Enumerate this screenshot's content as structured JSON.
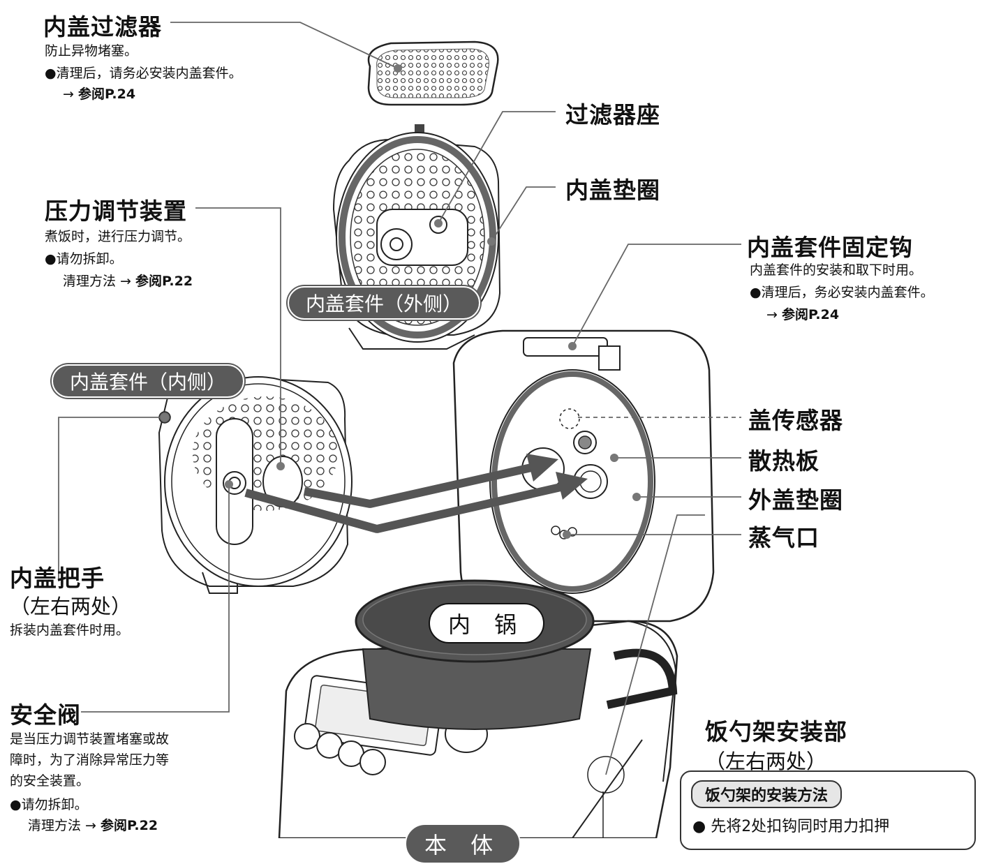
{
  "labels": {
    "inner_lid_filter": {
      "title": "内盖过滤器",
      "desc": "防止异物堵塞。",
      "note": "●清理后，请务必安装内盖套件。",
      "ref_arrow": "→ ",
      "ref": "参阅P.24"
    },
    "filter_seat": {
      "title": "过滤器座"
    },
    "inner_lid_gasket": {
      "title": "内盖垫圈"
    },
    "pressure_regulator": {
      "title": "压力调节装置",
      "desc": "煮饭时，进行压力调节。",
      "note": "●请勿拆卸。",
      "clean": "清理方法 → ",
      "ref": "参阅P.22"
    },
    "lid_set_hook": {
      "title": "内盖套件固定钩",
      "desc": "内盖套件的安装和取下时用。",
      "note": "●清理后，务必安装内盖套件。",
      "ref_arrow": "→ ",
      "ref": "参阅P.24"
    },
    "lid_sensor": {
      "title": "盖传感器"
    },
    "heat_plate": {
      "title": "散热板"
    },
    "outer_lid_gasket": {
      "title": "外盖垫圈"
    },
    "steam_vent": {
      "title": "蒸气口"
    },
    "inner_lid_handle": {
      "title": "内盖把手",
      "sub": "（左右两处）",
      "desc": "拆装内盖套件时用。"
    },
    "safety_valve": {
      "title": "安全阀",
      "desc1": "是当压力调节装置堵塞或故",
      "desc2": "障时，为了消除异常压力等",
      "desc3": "的安全装置。",
      "note": "●请勿拆卸。",
      "clean": "清理方法 → ",
      "ref": "参阅P.22"
    },
    "ladle_mount": {
      "title": "饭勺架安装部",
      "sub": "（左右两处）"
    }
  },
  "pills": {
    "outer_side": "内盖套件（外侧）",
    "inner_side": "内盖套件（内侧）"
  },
  "pot": {
    "inner_pot": "内 锅",
    "body": "本 体"
  },
  "howto": {
    "title": "饭勺架的安装方法",
    "step": "● 先将2处扣钩同时用力扣押"
  }
}
